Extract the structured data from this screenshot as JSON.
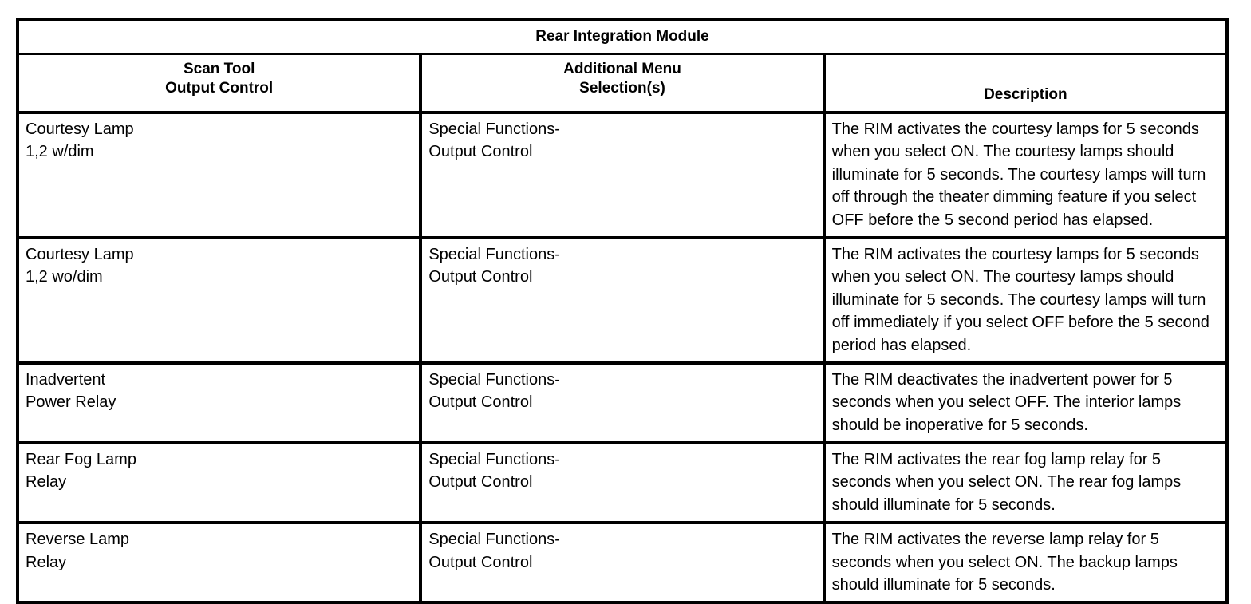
{
  "table": {
    "title": "Rear Integration Module",
    "columns": [
      {
        "id": "scan-tool-output-control",
        "label": "Scan Tool\nOutput Control"
      },
      {
        "id": "additional-menu-selections",
        "label": "Additional Menu\nSelection(s)"
      },
      {
        "id": "description",
        "label": "Description"
      }
    ],
    "rows": [
      {
        "control": "Courtesy Lamp\n1,2 w/dim",
        "menu": "Special Functions-\nOutput Control",
        "description": "The RIM activates the courtesy lamps for 5 seconds when you select ON. The courtesy lamps should illuminate for 5 seconds. The courtesy lamps will turn off through the theater dimming feature if you select OFF before the 5 second period has elapsed."
      },
      {
        "control": "Courtesy Lamp\n1,2 wo/dim",
        "menu": "Special Functions-\nOutput Control",
        "description": "The RIM activates the courtesy lamps for 5 seconds when you select ON. The courtesy lamps should illuminate for 5 seconds. The courtesy lamps will turn off immediately if you select OFF before the 5 second period has elapsed."
      },
      {
        "control": "Inadvertent\nPower Relay",
        "menu": "Special Functions-\nOutput Control",
        "description": "The RIM deactivates the inadvertent power for 5 seconds when you select OFF. The interior lamps should be inoperative for 5 seconds."
      },
      {
        "control": "Rear Fog Lamp\nRelay",
        "menu": "Special Functions-\nOutput Control",
        "description": "The RIM activates the rear fog lamp relay for 5 seconds when you select ON. The rear fog lamps should illuminate for 5 seconds."
      },
      {
        "control": "Reverse Lamp\nRelay",
        "menu": "Special Functions-\nOutput Control",
        "description": "The RIM activates the reverse lamp relay for 5 seconds when you select ON. The backup lamps should illuminate for 5 seconds."
      }
    ]
  },
  "colors": {
    "border": "#000000",
    "background": "#ffffff",
    "text": "#000000"
  }
}
